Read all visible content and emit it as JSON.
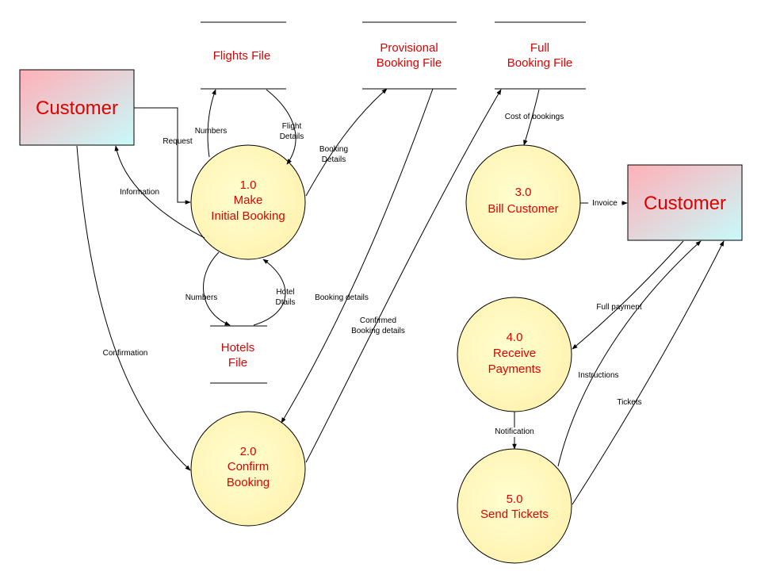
{
  "colors": {
    "text_red": "#e00000",
    "entity_grad_start": "#ffb0b8",
    "entity_grad_end": "#c8fafa",
    "process_fill": "#ffffc4",
    "process_edge": "#f0d9a0"
  },
  "entities": {
    "customer_left": "Customer",
    "customer_right": "Customer"
  },
  "stores": {
    "flights": [
      "Flights File"
    ],
    "provisional": [
      "Provisional",
      "Booking File"
    ],
    "full": [
      "Full",
      "Booking File"
    ],
    "hotels": [
      "Hotels",
      "File"
    ]
  },
  "processes": {
    "p1": [
      "1.0",
      "Make",
      "Initial Booking"
    ],
    "p2": [
      "2.0",
      "Confirm",
      "Booking"
    ],
    "p3": [
      "3.0",
      "Bill Customer"
    ],
    "p4": [
      "4.0",
      "Receive",
      "Payments"
    ],
    "p5": [
      "5.0",
      "Send Tickets"
    ]
  },
  "flows": {
    "request": "Request",
    "numbers_top": "Numbers",
    "flight_details": [
      "Flight",
      "Details"
    ],
    "booking_details_top": [
      "Booking",
      "Details"
    ],
    "information": "Information",
    "numbers_bottom": "Numbers",
    "hotel_details": [
      "Hotel",
      "Dtails"
    ],
    "booking_details_mid": "Booking details",
    "confirmed_booking_details": [
      "Confirmed",
      "Booking details"
    ],
    "confirmation": "Confirmation",
    "cost_of_bookings": "Cost of bookings",
    "invoice": "Invoice",
    "full_payment": "Full payment",
    "instructions": "Instructions",
    "tickets": "Tickets",
    "notification": "Notification"
  }
}
